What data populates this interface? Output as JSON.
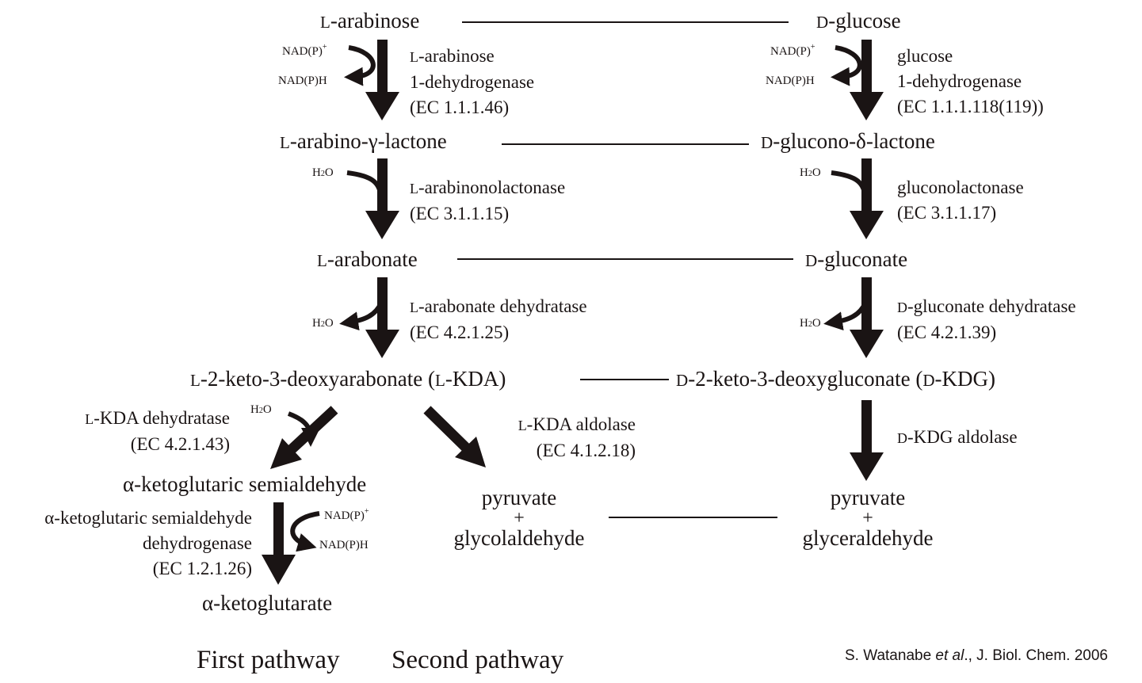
{
  "compounds": {
    "l_arabinose": {
      "prefix": "L",
      "rest": "-arabinose"
    },
    "d_glucose": {
      "prefix": "D",
      "rest": "-glucose"
    },
    "l_arabino_lactone": {
      "prefix": "L",
      "rest": "-arabino-γ-lactone"
    },
    "d_glucono_lactone": {
      "prefix": "D",
      "rest": "-glucono-δ-lactone"
    },
    "l_arabonate": {
      "prefix": "L",
      "rest": "-arabonate"
    },
    "d_gluconate": {
      "prefix": "D",
      "rest": "-gluconate"
    },
    "l_kda": {
      "prefix": "L",
      "mid": "-2-keto-3-deoxyarabonate (",
      "prefix2": "L",
      "rest": "-KDA)"
    },
    "d_kdg": {
      "prefix": "D",
      "mid": "-2-keto-3-deoxygluconate (",
      "prefix2": "D",
      "rest": "-KDG)"
    },
    "akg_semialdehyde": {
      "text": "α-ketoglutaric semialdehyde"
    },
    "akg": {
      "text": "α-ketoglutarate"
    },
    "pyruvate_glycolaldehyde": {
      "line1": "pyruvate",
      "plus": "+",
      "line2": "glycolaldehyde"
    },
    "pyruvate_glyceraldehyde": {
      "line1": "pyruvate",
      "plus": "+",
      "line2": "glyceraldehyde"
    }
  },
  "enzymes": {
    "l_arabinose_dh": {
      "prefix": "L",
      "line1": "-arabinose",
      "line2": "1-dehydrogenase",
      "line3": "(EC 1.1.1.46)"
    },
    "glucose_dh": {
      "line1": "glucose",
      "line2": "1-dehydrogenase",
      "line3": "(EC 1.1.1.118(119))"
    },
    "l_arabinonolactonase": {
      "prefix": "L",
      "line1": "-arabinonolactonase",
      "line2": "(EC 3.1.1.15)"
    },
    "gluconolactonase": {
      "line1": "gluconolactonase",
      "line2": "(EC 3.1.1.17)"
    },
    "l_arabonate_dehydratase": {
      "prefix": "L",
      "line1": "-arabonate dehydratase",
      "line2": "(EC 4.2.1.25)"
    },
    "d_gluconate_dehydratase": {
      "prefix": "D",
      "line1": "-gluconate dehydratase",
      "line2": "(EC 4.2.1.39)"
    },
    "l_kda_dehydratase": {
      "prefix": "L",
      "line1": "-KDA dehydratase",
      "line2": "(EC 4.2.1.43)"
    },
    "l_kda_aldolase": {
      "prefix": "L",
      "line1": "-KDA aldolase",
      "line2": "(EC 4.1.2.18)"
    },
    "d_kdg_aldolase": {
      "prefix": "D",
      "line1": "-KDG aldolase"
    },
    "akgsa_dh": {
      "line1": "α-ketoglutaric semialdehyde",
      "line2": "dehydrogenase",
      "line3": "(EC 1.2.1.26)"
    }
  },
  "cofactors": {
    "nadp_plus": {
      "base": "NAD(P)",
      "sup": "+"
    },
    "nadph": "NAD(P)H",
    "water": {
      "h": "H",
      "sub": "2",
      "o": "O"
    }
  },
  "pathway_labels": {
    "first": "First pathway",
    "second": "Second pathway"
  },
  "citation": {
    "authors": "S. Watanabe ",
    "etal": "et al",
    "rest": "., J. Biol. Chem. 2006"
  },
  "colors": {
    "ink": "#1a1414",
    "background": "#ffffff"
  }
}
